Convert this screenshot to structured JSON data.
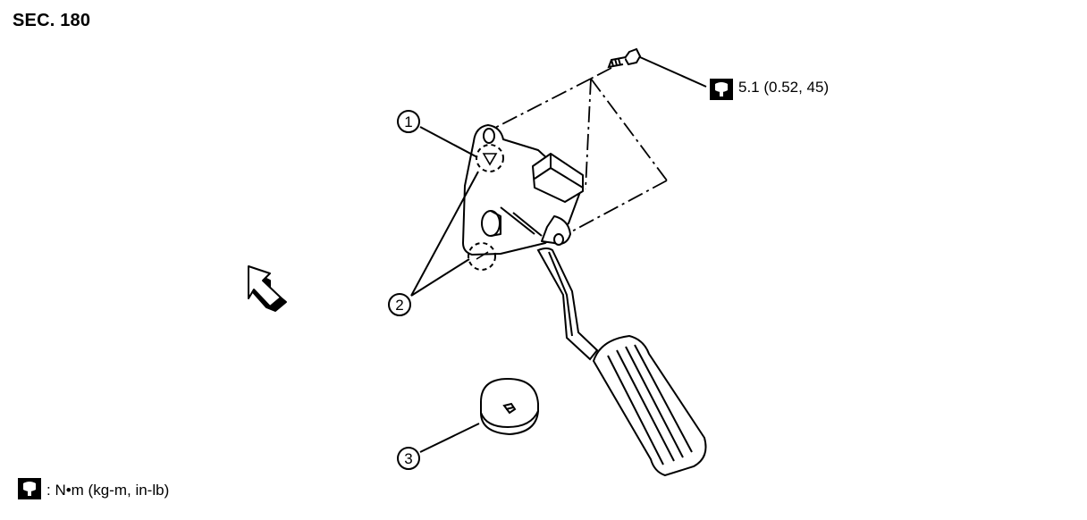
{
  "section": {
    "label": "SEC. 180"
  },
  "torque_spec": {
    "icon": "torque-wrench-icon",
    "value": "5.1 (0.52, 45)"
  },
  "legend": {
    "icon": "torque-wrench-icon",
    "text": ": N•m (kg-m, in-lb)"
  },
  "callouts": [
    {
      "number": "1"
    },
    {
      "number": "2"
    },
    {
      "number": "3"
    }
  ],
  "front_arrow": {
    "icon": "front-direction-arrow-icon"
  },
  "colors": {
    "line": "#000000",
    "background": "#ffffff"
  }
}
